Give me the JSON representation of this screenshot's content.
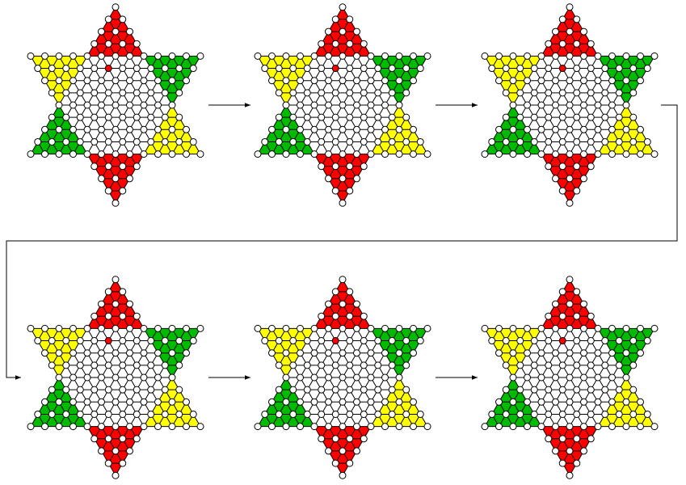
{
  "colors": {
    "red": "#ff0000",
    "yellow": "#ffff00",
    "green": "#00bb00",
    "white": "#ffffff",
    "line": "#000000"
  },
  "legend": {
    "edges_of_triangle": [
      "red",
      "yellow",
      "green",
      "red",
      "yellow",
      "green"
    ]
  },
  "boards": [
    {
      "id": "board-1",
      "special_nodes": [
        {
          "cell": [
            1,
            -3
          ],
          "color": "red"
        }
      ]
    },
    {
      "id": "board-2",
      "special_nodes": [
        {
          "cell": [
            1,
            -3
          ],
          "color": "red"
        }
      ]
    },
    {
      "id": "board-3",
      "special_nodes": [
        {
          "cell": [
            1,
            -3
          ],
          "color": "red"
        }
      ]
    },
    {
      "id": "board-4",
      "special_nodes": [
        {
          "cell": [
            1,
            -3
          ],
          "color": "red"
        }
      ]
    },
    {
      "id": "board-5",
      "special_nodes": [
        {
          "cell": [
            1,
            -3
          ],
          "color": "red"
        }
      ]
    },
    {
      "id": "board-6",
      "special_nodes": [
        {
          "cell": [
            1,
            -3
          ],
          "color": "red"
        }
      ]
    }
  ],
  "arrows": [
    {
      "from": "board-1",
      "to": "board-2",
      "shape": "straight"
    },
    {
      "from": "board-2",
      "to": "board-3",
      "shape": "straight"
    },
    {
      "from": "board-3",
      "to": "board-4",
      "shape": "wrap"
    },
    {
      "from": "board-4",
      "to": "board-5",
      "shape": "straight"
    },
    {
      "from": "board-5",
      "to": "board-6",
      "shape": "straight"
    }
  ]
}
